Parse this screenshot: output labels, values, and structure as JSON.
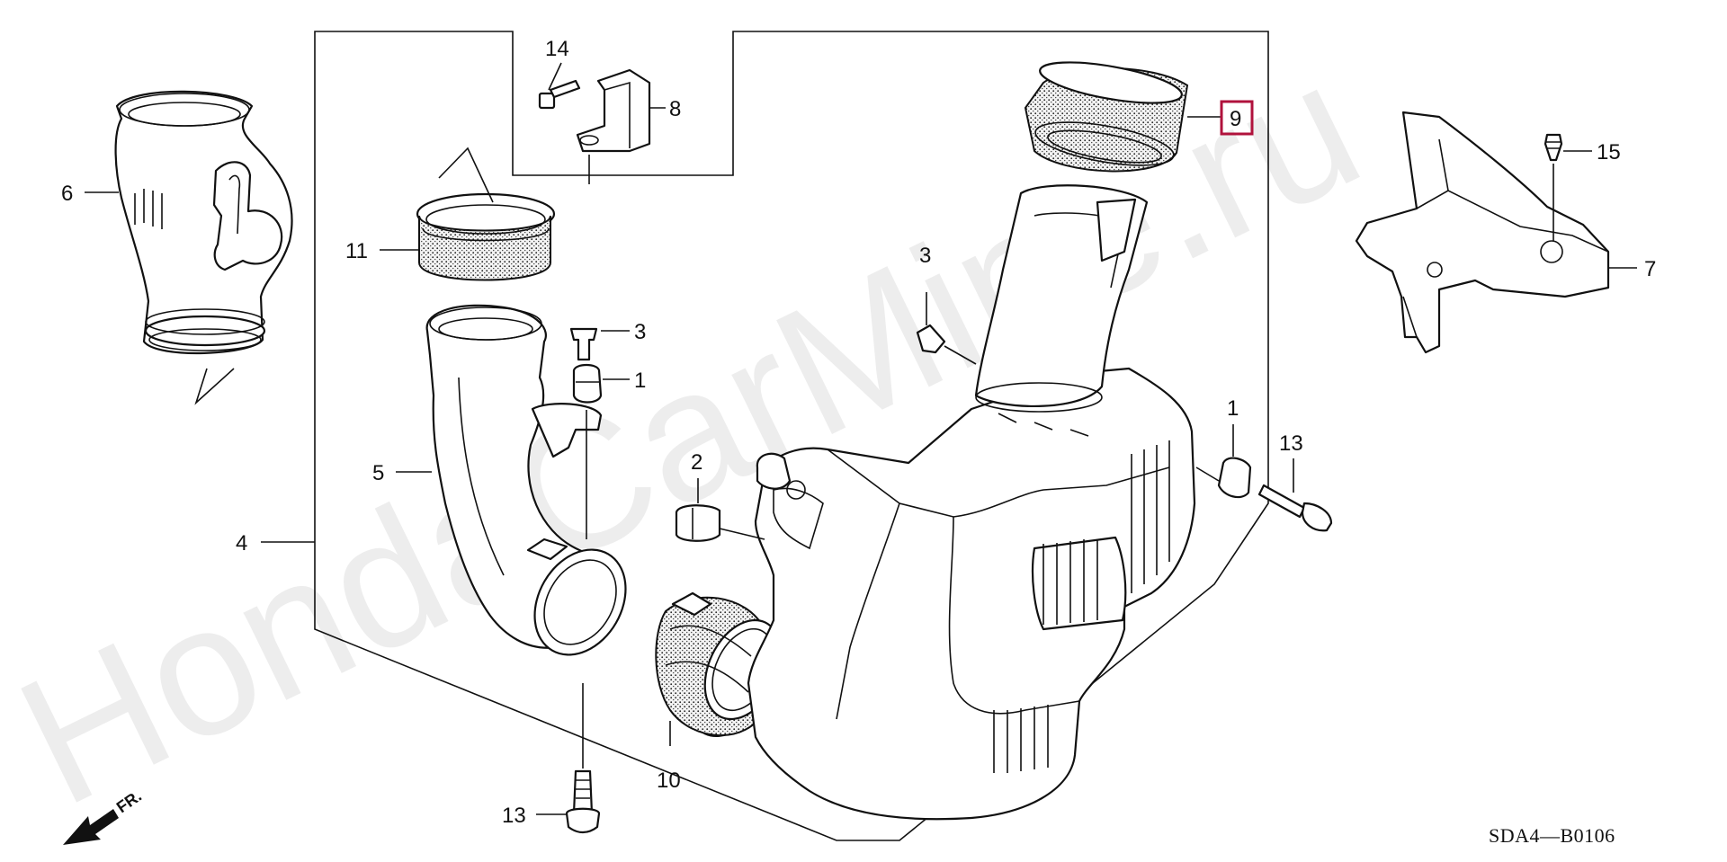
{
  "watermark": "HondaCarMine.ru",
  "diagram_code": "SDA4—B0106",
  "direction_marker": "FR.",
  "highlight_color": "#b0123c",
  "callouts": {
    "p1a": "1",
    "p1b": "1",
    "p2": "2",
    "p3a": "3",
    "p3b": "3",
    "p4": "4",
    "p5": "5",
    "p6": "6",
    "p7": "7",
    "p8": "8",
    "p9": "9",
    "p10": "10",
    "p11": "11",
    "p13a": "13",
    "p13b": "13",
    "p14": "14",
    "p15": "15"
  }
}
